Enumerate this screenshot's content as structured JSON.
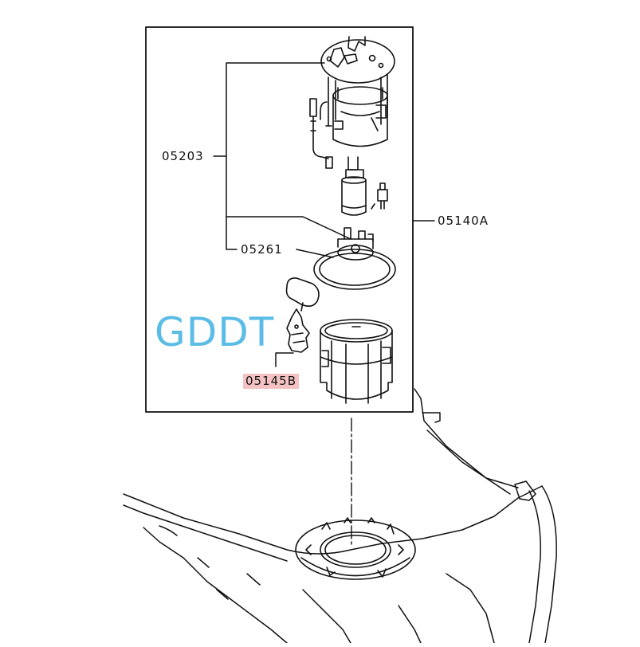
{
  "labels": {
    "assembly": "05203",
    "pump_unit": "05140A",
    "gasket": "05261",
    "sender": "05145B"
  },
  "watermark": "GDDT",
  "colors": {
    "line": "#111111",
    "watermark": "#5bbde6",
    "highlight": "#f4c2c2"
  }
}
